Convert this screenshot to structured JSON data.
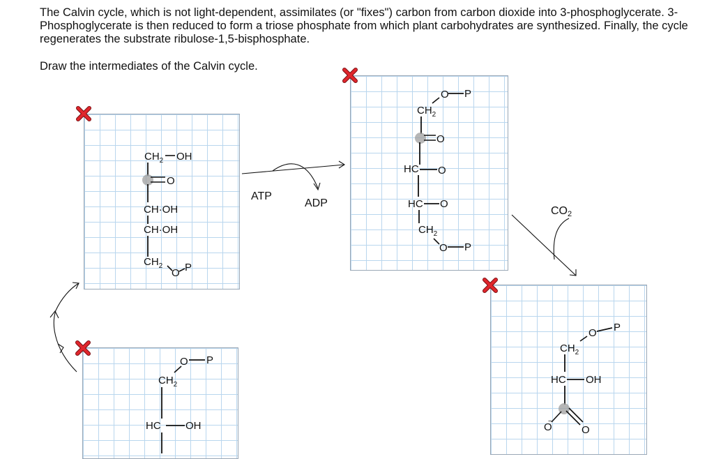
{
  "intro_text": "The Calvin cycle, which is not light-dependent, assimilates (or \"fixes\") carbon from carbon dioxide into 3-phosphoglycerate. 3-Phosphoglycerate is then reduced to form a triose phosphate from which plant carbohydrates are synthesized. Finally, the cycle regenerates the substrate ribulose-1,5-bisphosphate.",
  "prompt": "Draw the intermediates of the Calvin cycle.",
  "arrow_labels": {
    "atp": "ATP",
    "adp": "ADP",
    "co2_main": "CO",
    "co2_sub": "2"
  },
  "molecules": {
    "ribulose_bisphosphate": {
      "ch2oh": "CH",
      "ch2oh_sub": "2",
      "ch2oh_oh": "OH",
      "carbonyl_o": "O",
      "choh1": "CH·OH",
      "choh2": "CH·OH",
      "ch2": "CH",
      "ch2_sub": "2",
      "o": "O",
      "p": "P"
    },
    "bisphosphate_intermediate": {
      "top_o": "O",
      "top_p": "P",
      "ch2": "CH",
      "ch2_sub": "2",
      "carbonyl_o": "O",
      "hc1": "HC",
      "o1": "O",
      "hc2": "HC",
      "o2": "O",
      "ch2b": "CH",
      "ch2b_sub": "2",
      "bot_o": "O",
      "bot_p": "P"
    },
    "phosphoglycerate": {
      "o": "O",
      "p": "P",
      "ch2": "CH",
      "ch2_sub": "2",
      "hc": "HC",
      "oh": "OH",
      "carboxylate_o_minus": "O",
      "carbonyl_o": "O",
      "minus": "−"
    },
    "bottom_left": {
      "o": "O",
      "p": "P",
      "ch2": "CH",
      "ch2_sub": "2",
      "hc": "HC",
      "oh": "OH"
    }
  },
  "colors": {
    "grid_line": "#b9d6ee",
    "grid_border": "#9aa7b5",
    "delete_red": "#d8232a",
    "atom_highlight": "#9e9e9e"
  }
}
